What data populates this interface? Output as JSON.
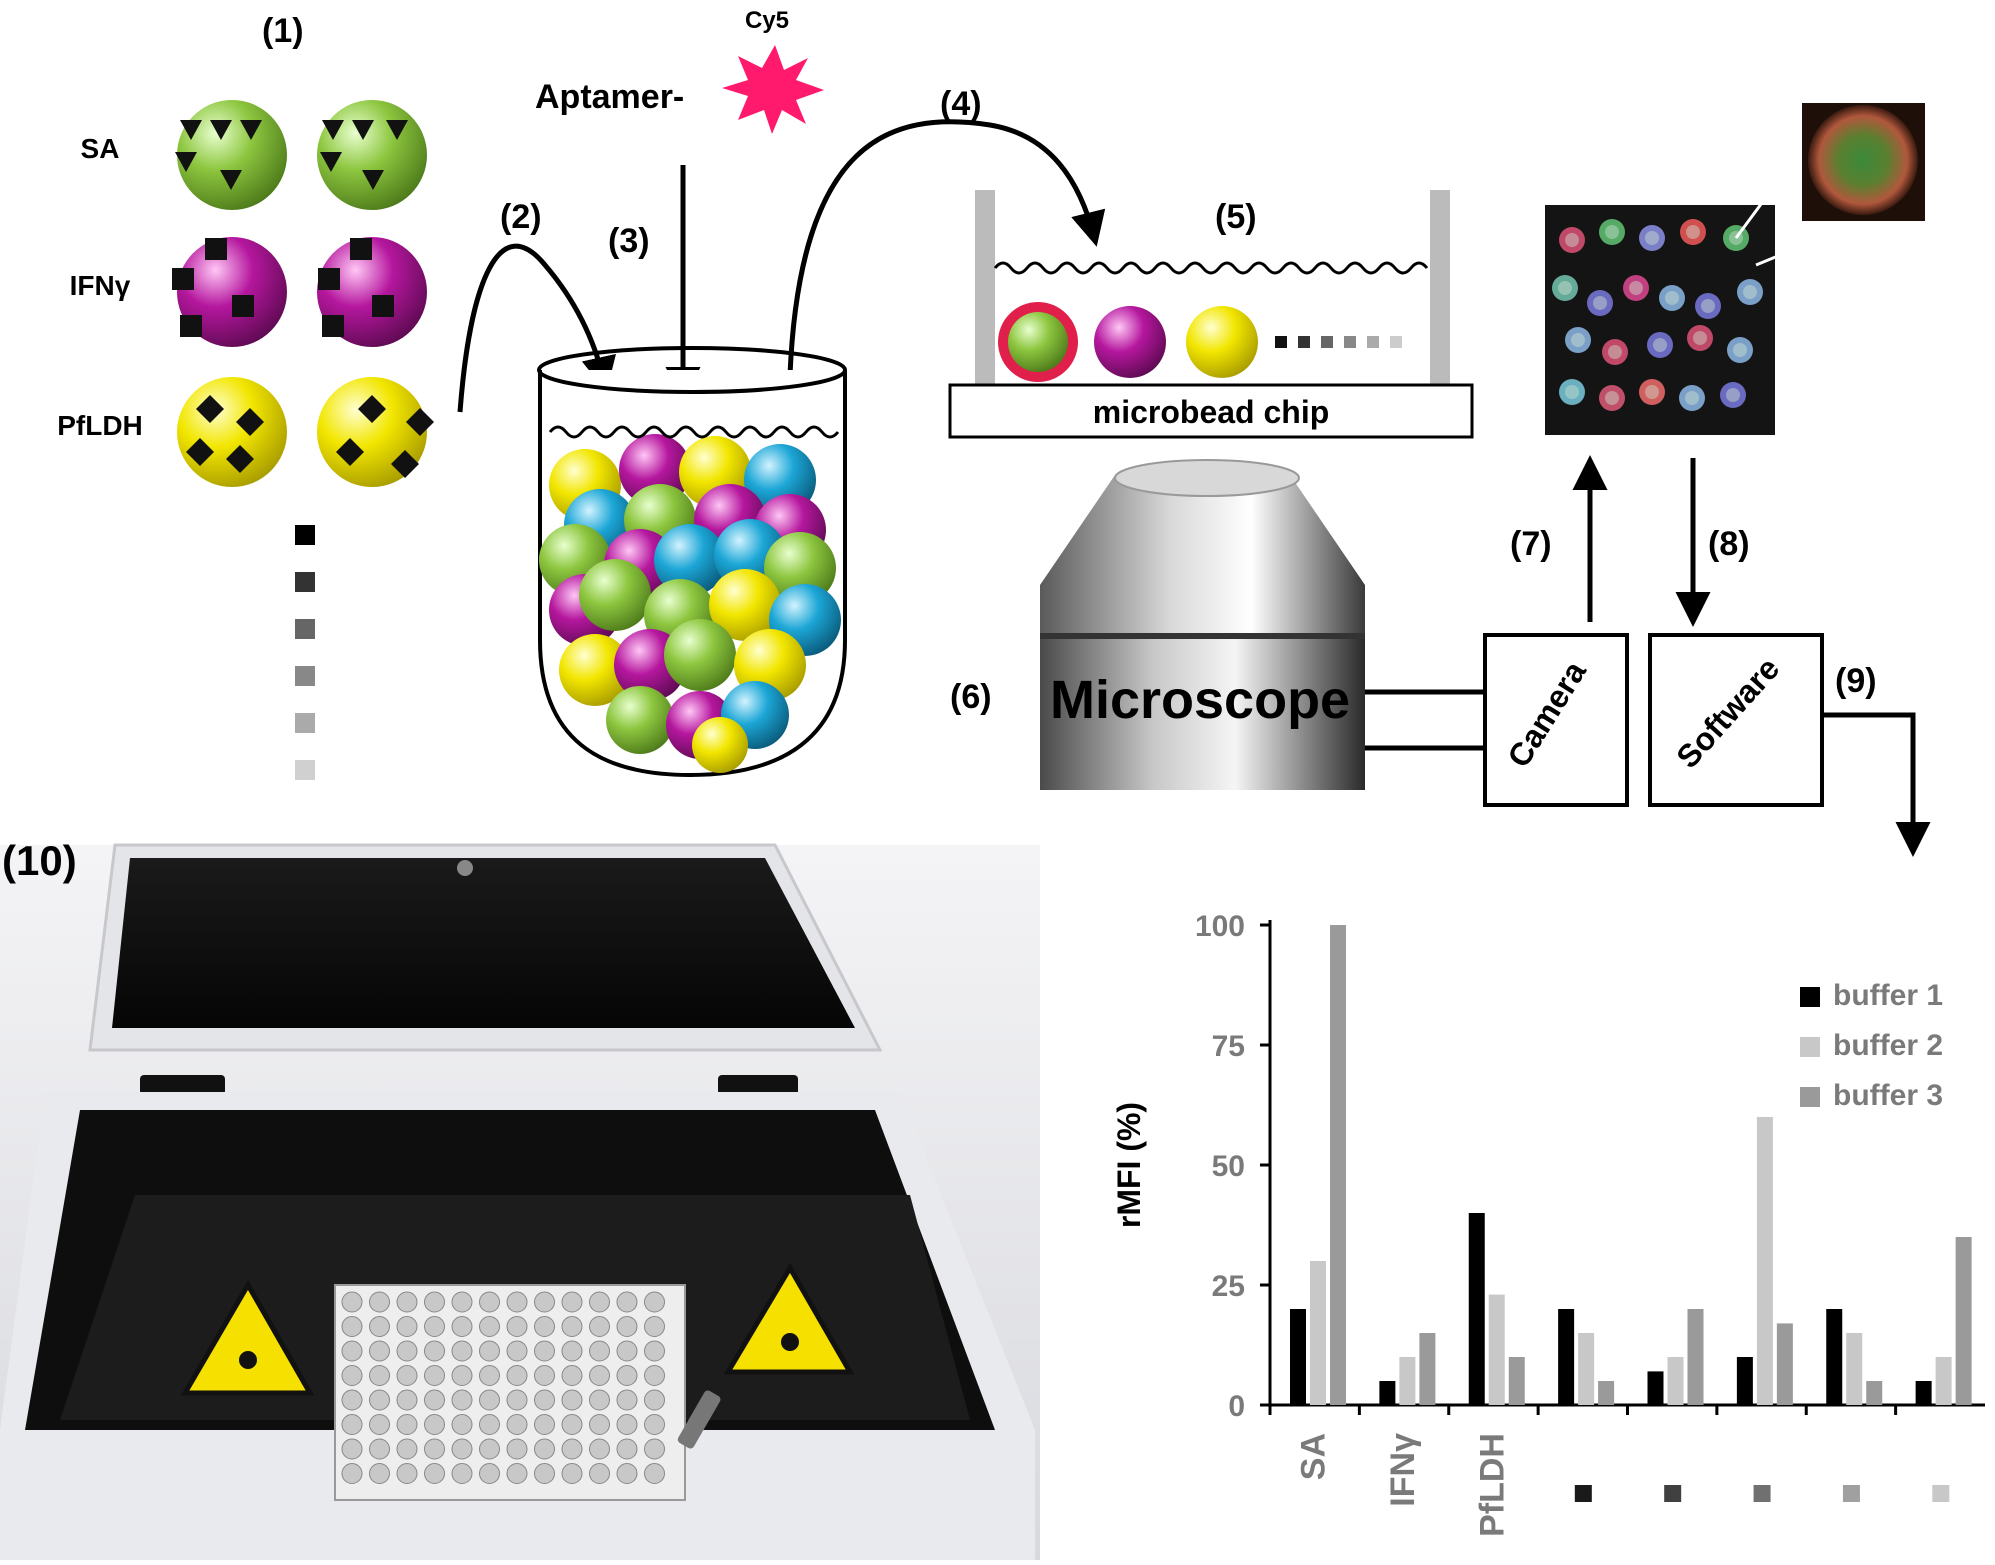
{
  "steps": {
    "s1": "(1)",
    "s2": "(2)",
    "s3": "(3)",
    "s4": "(4)",
    "s5": "(5)",
    "s6": "(6)",
    "s7": "(7)",
    "s8": "(8)",
    "s9": "(9)",
    "s10": "(10)"
  },
  "beads": {
    "labels": [
      "SA",
      "IFNγ",
      "PfLDH"
    ],
    "colors": {
      "sa": "#8dc63f",
      "ifn": "#b5179e",
      "pfldh": "#f2e600",
      "extra": "#1ca6d6"
    }
  },
  "reagent": {
    "aptamer": "Aptamer-",
    "dye": "Cy5",
    "dye_color": "#ff1a6e"
  },
  "chip_label": "microbead chip",
  "microscope_label": "Microscope",
  "camera_label": "Camera",
  "software_label": "Software",
  "chart_data": {
    "type": "bar",
    "ylabel": "rMFI (%)",
    "ylim": [
      0,
      100
    ],
    "yticks": [
      "0",
      "25",
      "50",
      "75",
      "100"
    ],
    "categories": [
      "SA",
      "IFNγ",
      "PfLDH",
      "",
      "",
      "",
      "",
      ""
    ],
    "category_swatches": [
      "",
      "",
      "",
      "#1a1a1a",
      "#404040",
      "#707070",
      "#a0a0a0",
      "#c8c8c8"
    ],
    "series": [
      {
        "name": "buffer 1",
        "color": "#000000",
        "values": [
          20,
          5,
          40,
          20,
          7,
          10,
          20,
          5
        ]
      },
      {
        "name": "buffer 2",
        "color": "#c8c8c8",
        "values": [
          30,
          10,
          23,
          15,
          10,
          60,
          15,
          10
        ]
      },
      {
        "name": "buffer 3",
        "color": "#9a9a9a",
        "values": [
          100,
          15,
          10,
          5,
          20,
          17,
          5,
          35
        ]
      }
    ],
    "legend_position": "top-right"
  }
}
